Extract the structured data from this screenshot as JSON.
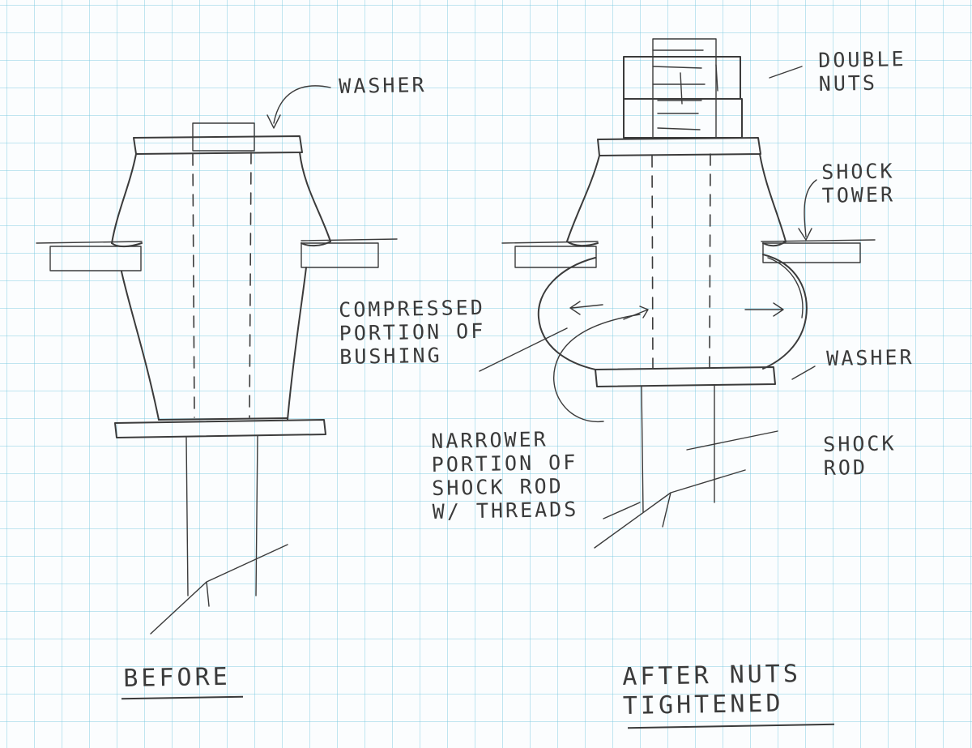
{
  "labels": {
    "before_washer": "WASHER",
    "double_nuts": "DOUBLE\nNUTS",
    "shock_tower": "SHOCK\nTOWER",
    "compressed": "COMPRESSED\nPORTION OF\nBUSHING",
    "after_washer": "WASHER",
    "shock_rod": "SHOCK\nROD",
    "narrower": "NARROWER\nPORTION OF\nSHOCK ROD\nW/ THREADS",
    "before_title": "BEFORE",
    "after_title": "AFTER NUTS\nTIGHTENED"
  },
  "colors": {
    "pencil": "#3b3b3b",
    "grid": "#78c8e1",
    "paper": "#fbfdfe"
  }
}
